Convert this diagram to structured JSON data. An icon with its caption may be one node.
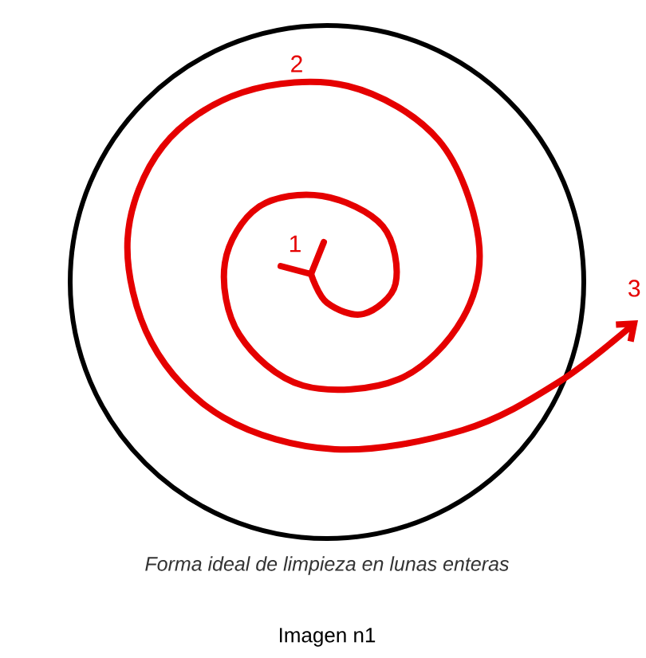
{
  "diagram": {
    "caption": "Forma ideal de limpieza en lunas enteras",
    "labels": [
      "1",
      "2",
      "3",
      "Imagen n1"
    ]
  }
}
